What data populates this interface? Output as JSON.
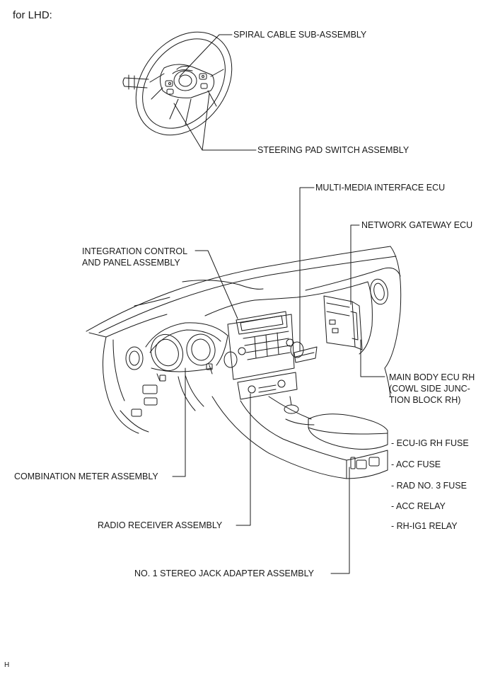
{
  "heading": "for LHD:",
  "corner_code": "H",
  "callouts": {
    "spiral_cable": "SPIRAL CABLE SUB-ASSEMBLY",
    "steering_pad_switch": "STEERING PAD SWITCH ASSEMBLY",
    "multi_media_ecu": "MULTI-MEDIA INTERFACE ECU",
    "network_gateway_ecu": "NETWORK GATEWAY ECU",
    "integration_control_line1": "INTEGRATION CONTROL",
    "integration_control_line2": "AND PANEL ASSEMBLY",
    "main_body_ecu_line1": "MAIN BODY ECU RH",
    "main_body_ecu_line2": "(COWL SIDE JUNC-",
    "main_body_ecu_line3": "TION BLOCK RH)",
    "combination_meter": "COMBINATION METER ASSEMBLY",
    "radio_receiver": "RADIO RECEIVER ASSEMBLY",
    "stereo_jack_adapter": "NO. 1 STEREO JACK ADAPTER ASSEMBLY"
  },
  "fuse_list": [
    "- ECU-IG RH FUSE",
    "- ACC FUSE",
    "- RAD NO. 3 FUSE",
    "- ACC RELAY",
    "- RH-IG1 RELAY"
  ]
}
